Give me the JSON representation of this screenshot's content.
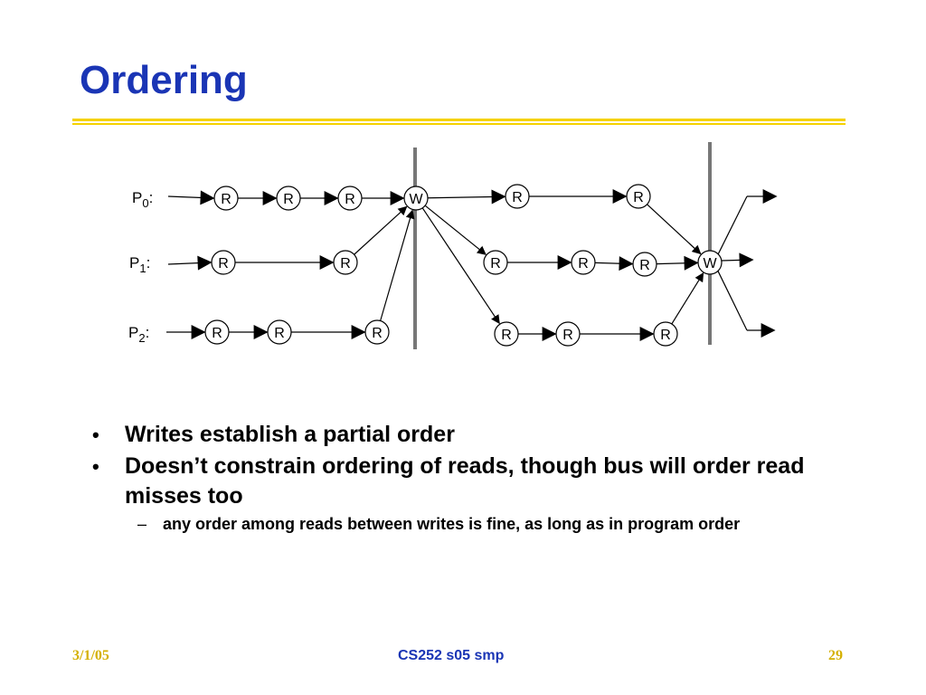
{
  "slide": {
    "title": "Ordering",
    "rule_color": "#f5d200",
    "title_color": "#1a35b5"
  },
  "diagram": {
    "processors": [
      {
        "label": "P",
        "sub": "0",
        "suffix": ":"
      },
      {
        "label": "P",
        "sub": "1",
        "suffix": ":"
      },
      {
        "label": "P",
        "sub": "2",
        "suffix": ":"
      }
    ],
    "read_label": "R",
    "write_label": "W"
  },
  "bullets": [
    {
      "text": "Writes establish a partial order"
    },
    {
      "text": "Doesn’t constrain ordering of reads, though bus will order read misses too",
      "sub": [
        {
          "text": "any order among reads between writes is fine, as long as in program order"
        }
      ]
    }
  ],
  "footer": {
    "date": "3/1/05",
    "course": "CS252 s05 smp",
    "page": "29"
  }
}
